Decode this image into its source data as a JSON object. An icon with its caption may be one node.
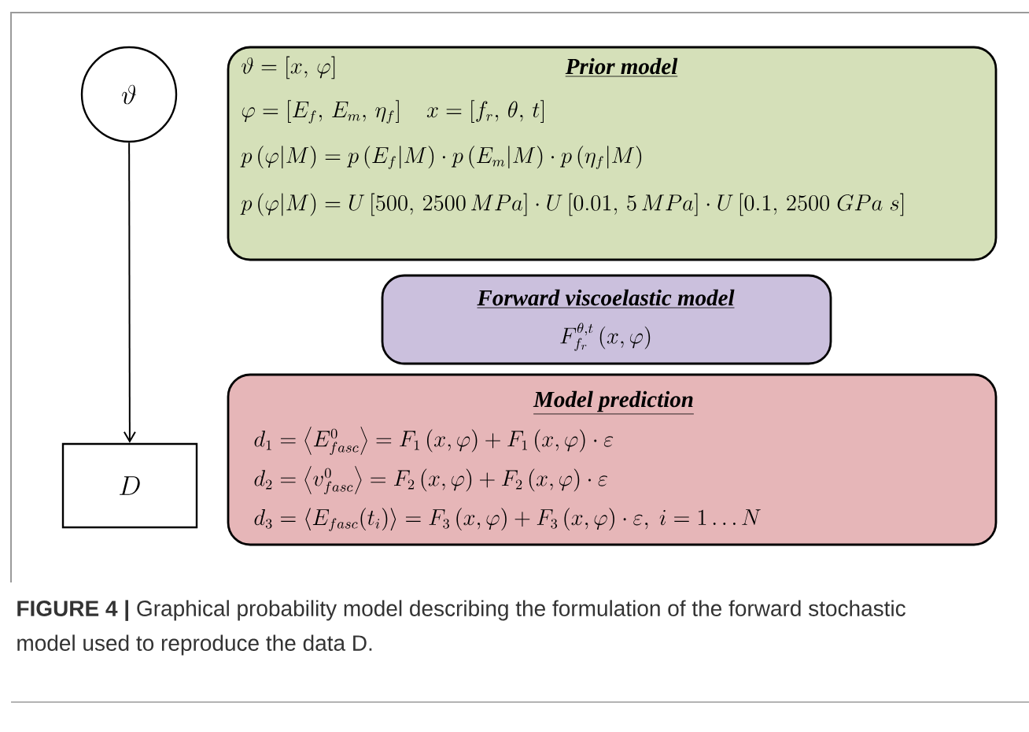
{
  "diagram": {
    "caption": "**FIGURE 4 |** Graphical probability model describing the formulation of the forward stochastic model used to reproduce the data D.",
    "nodes": [
      {
        "text": [
          "\\vartheta"
        ]
      },
      {
        "text": [
          "\\vartheta=[x,\\,\\varphi]",
          "Prior model",
          "\\varphi=\\left[E_f,\\,E_m,\\,\\eta_f\\right]\\quad x=\\left[f_r,\\,\\theta,\\,t\\right]",
          "p\\left(\\varphi|M\\right)=p\\left(E_f|M\\right)\\cdot p\\left(E_m|M\\right)\\cdot p\\left(\\eta_f|M\\right)",
          "p\\left(\\varphi|M\\right)=U\\left[500,\\,2500\\,MPa\\right]\\cdot U\\left[0.01,\\,5\\,MPa\\right]\\cdot U\\left[0.1,\\,2500\\;GPa\\;s\\right]"
        ]
      },
      {
        "text": [
          "Forward viscoelastic model",
          "F_{f_r}^{\\theta,t}\\left(x,\\varphi\\right)"
        ]
      },
      {
        "text": [
          "Model prediction",
          "d_1=\\left\\langle E^0_{fasc}\\right\\rangle=F_1\\left(x,\\varphi\\right)+F_1\\left(x,\\varphi\\right)\\cdot\\varepsilon",
          "d_2=\\left\\langle v^0_{fasc}\\right\\rangle=F_2\\left(x,\\varphi\\right)+F_2\\left(x,\\varphi\\right)\\cdot\\varepsilon",
          "d_3=\\left\\langle E_{fasc}(t_i)\\right\\rangle=F_3\\left(x,\\varphi\\right)+F_3\\left(x,\\varphi\\right)\\cdot\\varepsilon,\\ i=1\\ldots N"
        ]
      },
      {
        "text": [
          "D"
        ]
      }
    ],
    "edges": [
      {
        "from": 0,
        "to": 4,
        "arrow": "to"
      }
    ]
  }
}
